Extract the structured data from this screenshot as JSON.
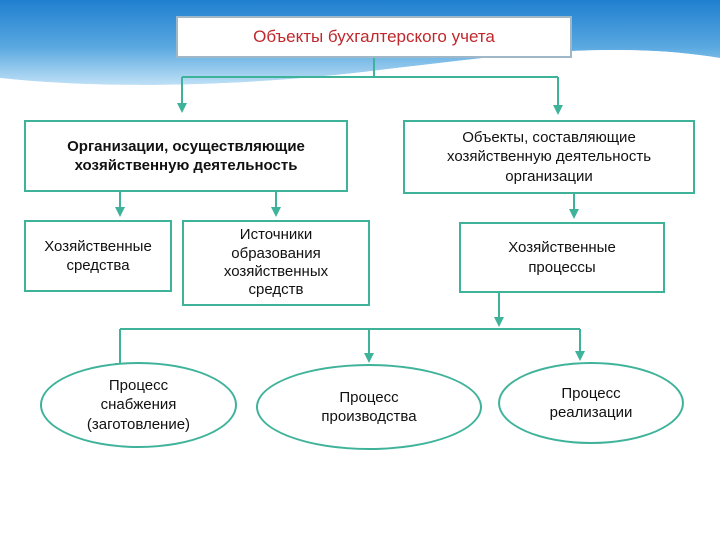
{
  "colors": {
    "connector": "#3fb39a",
    "border": "#3fb39a",
    "title_text": "#c0282d",
    "header_wave": "#5fa9dc"
  },
  "diagram": {
    "title": "Объекты бухгалтерского учета",
    "level1": {
      "left": "Организации, осуществляющие хозяйственную деятельность",
      "right": "Объекты, составляющие хозяйственную деятельность организации"
    },
    "level2": {
      "assets": "Хозяйственные средства",
      "sources": "Источники образования хозяйственных средств",
      "processes": "Хозяйственные процессы"
    },
    "level3": {
      "supply": "Процесс снабжения (заготовление)",
      "production": "Процесс производства",
      "sales": "Процесс реализации"
    }
  }
}
